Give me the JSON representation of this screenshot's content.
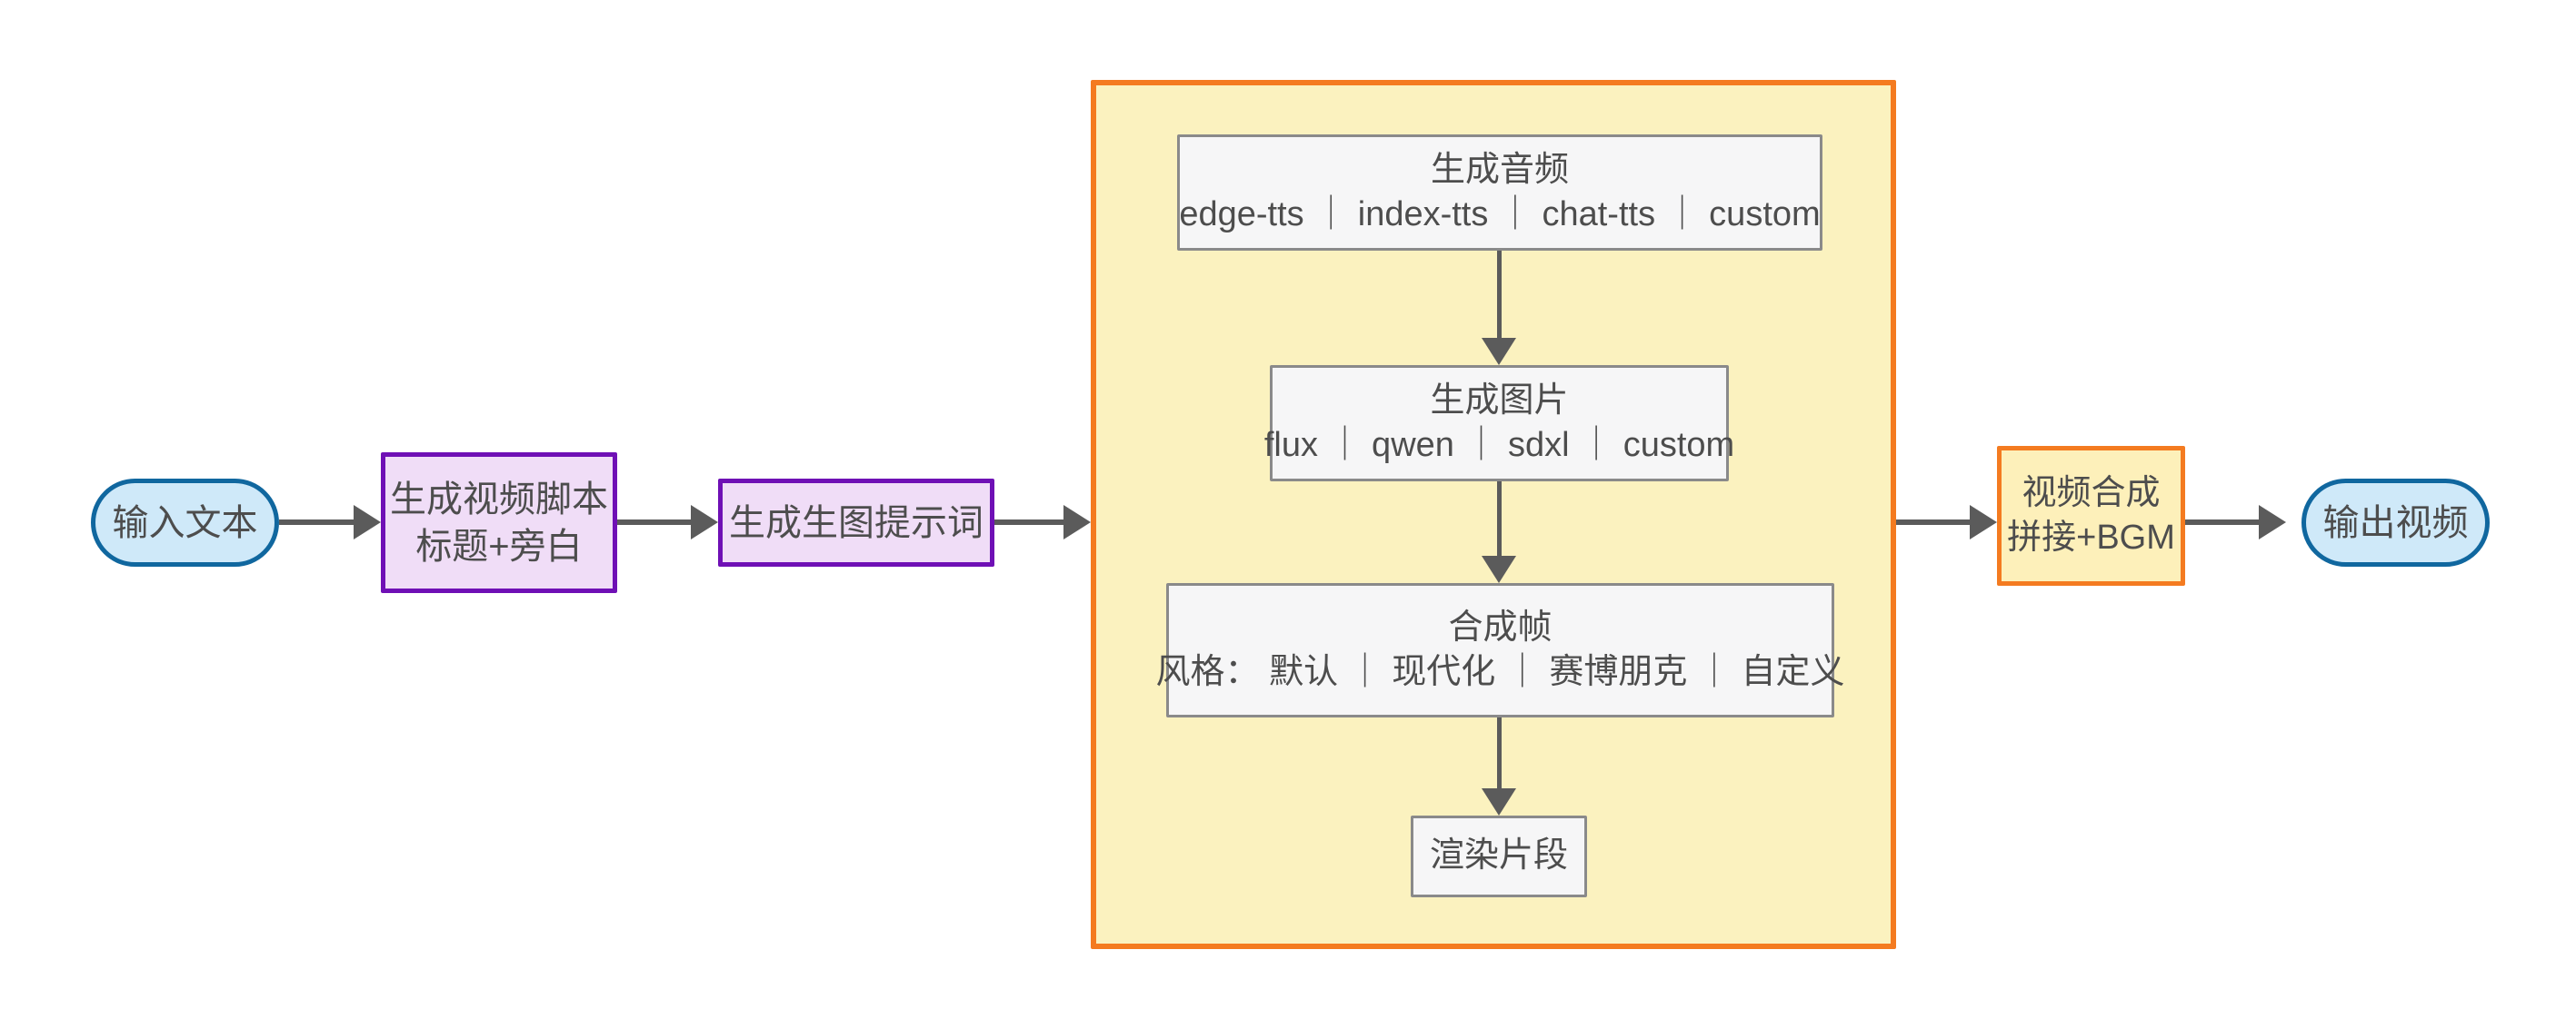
{
  "diagram": {
    "type": "flowchart",
    "direction": "left-to-right",
    "title": "",
    "background_color": "#ffffff",
    "colors": {
      "terminal_fill": "#cfe9f9",
      "terminal_stroke": "#10679f",
      "process_purple_fill": "#f0ddf7",
      "process_purple_stroke": "#6f10b5",
      "process_orange_fill": "#fdf0ba",
      "process_orange_stroke": "#f47b20",
      "subgraph_fill": "#fbf2bf",
      "subgraph_stroke": "#f47b20",
      "plain_fill": "#f6f6f7",
      "plain_stroke": "#8a8a8a",
      "edge_color": "#5b5b5b",
      "text_color": "#4d4d4d"
    }
  },
  "nodes": {
    "input_text": {
      "label": "输入文本",
      "shape": "stadium"
    },
    "gen_script": {
      "line1": "生成视频脚本",
      "line2": "标题+旁白",
      "shape": "rect"
    },
    "gen_prompt": {
      "label": "生成生图提示词",
      "shape": "rect"
    },
    "gen_audio": {
      "line1": "生成音频",
      "line2": "edge-tts ｜ index-tts ｜ chat-tts ｜ custom",
      "shape": "rect"
    },
    "gen_image": {
      "line1": "生成图片",
      "line2": "flux ｜ qwen ｜ sdxl ｜ custom",
      "shape": "rect"
    },
    "compose_frame": {
      "line1": "合成帧",
      "line2": "风格： 默认 ｜ 现代化 ｜ 赛博朋克 ｜ 自定义",
      "shape": "rect"
    },
    "render_clip": {
      "label": "渲染片段",
      "shape": "rect"
    },
    "video_merge": {
      "line1": "视频合成",
      "line2": "拼接+BGM",
      "shape": "rect"
    },
    "output_video": {
      "label": "输出视频",
      "shape": "stadium"
    }
  },
  "edges": [
    {
      "from": "input_text",
      "to": "gen_script",
      "label": ""
    },
    {
      "from": "gen_script",
      "to": "gen_prompt",
      "label": ""
    },
    {
      "from": "gen_prompt",
      "to": "gen_audio",
      "label": ""
    },
    {
      "from": "gen_audio",
      "to": "gen_image",
      "label": ""
    },
    {
      "from": "gen_image",
      "to": "compose_frame",
      "label": ""
    },
    {
      "from": "compose_frame",
      "to": "render_clip",
      "label": ""
    },
    {
      "from": "render_clip",
      "to": "video_merge",
      "label": ""
    },
    {
      "from": "video_merge",
      "to": "output_video",
      "label": ""
    }
  ]
}
